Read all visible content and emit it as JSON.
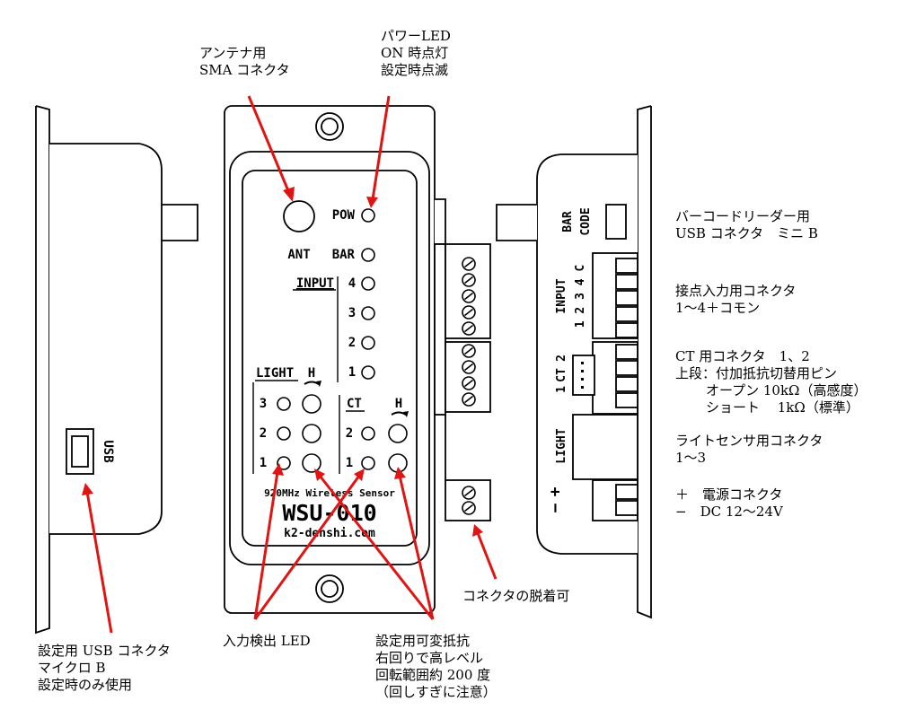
{
  "panel": {
    "pow": "POW",
    "ant": "ANT",
    "bar": "BAR",
    "input": "INPUT",
    "input_nums": [
      "4",
      "3",
      "2",
      "1"
    ],
    "light": "LIGHT",
    "light_h": "H",
    "light_nums": [
      "3",
      "2",
      "1"
    ],
    "ct": "CT",
    "ct_h": "H",
    "ct_nums": [
      "2",
      "1"
    ],
    "wireless": "920MHz Wireless Sensor",
    "model": "WSU-010",
    "url": "k2-denshi.com"
  },
  "left_side": {
    "usb": "USB"
  },
  "right_side": {
    "barcode": [
      "BAR",
      "CODE"
    ],
    "input": "INPUT",
    "input_pins": "1 2 3 4 C",
    "ct": "CT",
    "ct_pins": [
      "1",
      "2"
    ],
    "light": "LIGHT",
    "power": [
      "+",
      "−"
    ]
  },
  "annotations": {
    "antenna": [
      "アンテナ用",
      "SMA コネクタ"
    ],
    "power_led": [
      "パワーLED",
      "ON 時点灯",
      "設定時点滅"
    ],
    "barcode": [
      "バーコードリーダー用",
      "USB コネクタ　ミニ B"
    ],
    "contact_input": [
      "接点入力用コネクタ",
      "1〜4＋コモン"
    ],
    "ct_connector": [
      "CT 用コネクタ　1、2",
      "上段：付加抵抗切替用ピン",
      "オープン 10kΩ（高感度）",
      "ショート　 1kΩ（標準）"
    ],
    "light_sensor": [
      "ライトセンサ用コネクタ",
      "1〜3"
    ],
    "power_connector": [
      "＋　電源コネクタ",
      "−　DC 12〜24V"
    ],
    "detachable": "コネクタの脱着可",
    "usb_setting": [
      "設定用 USB コネクタ",
      "マイクロ B",
      "設定時のみ使用"
    ],
    "led": "入力検出 LED",
    "resistor": [
      "設定用可変抵抗",
      "右回りで高レベル",
      "回転範囲約 200 度",
      "（回しすぎに注意）"
    ]
  }
}
